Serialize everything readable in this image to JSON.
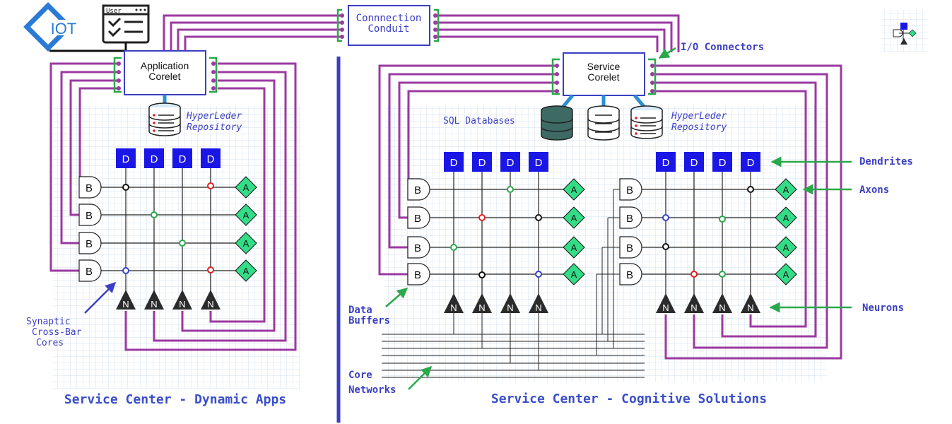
{
  "labels": {
    "iot": "IOT",
    "user": "User",
    "conduit_line1": "Connnection",
    "conduit_line2": "Conduit",
    "app_corelet_line1": "Application",
    "app_corelet_line2": "Corelet",
    "service_corelet_line1": "Service",
    "service_corelet_line2": "Corelet",
    "io_connectors": "I/O Connectors",
    "hyperledger_line1": "HyperLeder",
    "hyperledger_line2": "Repository",
    "sql_databases": "SQL Databases",
    "dendrites": "Dendrites",
    "axons": "Axons",
    "neurons": "Neurons",
    "data_buffers_line1": "Data",
    "data_buffers_line2": "Buffers",
    "core_networks_line1": "Core",
    "core_networks_line2": "Networks",
    "synaptic_line1": "Synaptic",
    "synaptic_line2": "Cross-Bar",
    "synaptic_line3": "Cores",
    "left_title": "Service Center - Dynamic Apps",
    "right_title": "Service Center - Cognitive Solutions",
    "dendrite_letter": "D",
    "axon_letter": "A",
    "buffer_letter": "B",
    "neuron_letter": "N"
  },
  "colors": {
    "wire": "#9b3aa0",
    "dendrite": "#1a16e6",
    "axon": "#33dd88",
    "annotation": "#2aa84a",
    "title": "#3a4fc8",
    "divider": "#3b3fc4",
    "grid": "#d4e0f0"
  }
}
